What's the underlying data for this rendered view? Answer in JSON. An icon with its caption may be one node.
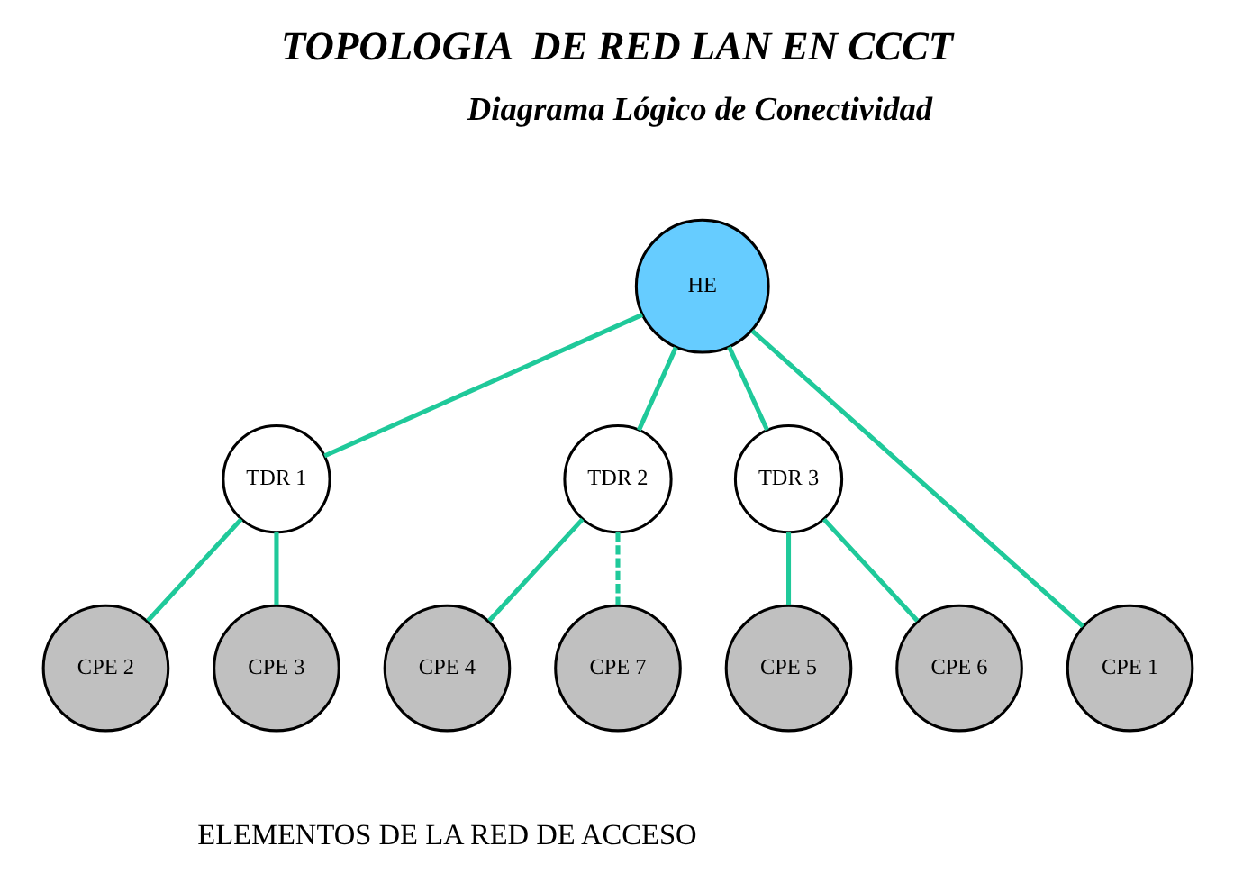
{
  "diagram": {
    "title": "TOPOLOGIA  DE RED LAN EN CCCT",
    "caption": "ELEMENTOS DE LA RED DE ACCESO",
    "nodes": [
      {
        "text": [
          "HE"
        ]
      },
      {
        "text": [
          "TDR 1"
        ]
      },
      {
        "text": [
          "TDR 2"
        ]
      },
      {
        "text": [
          "TDR 3"
        ]
      },
      {
        "text": [
          "CPE 1"
        ]
      },
      {
        "text": [
          "CPE 2"
        ]
      },
      {
        "text": [
          "CPE 3"
        ]
      },
      {
        "text": [
          "CPE 4"
        ]
      },
      {
        "text": [
          "CPE 7"
        ]
      },
      {
        "text": [
          "CPE 5"
        ]
      },
      {
        "text": [
          "CPE 6"
        ]
      }
    ],
    "edges": [
      {
        "from": 0,
        "to": 4,
        "arrow": "none"
      },
      {
        "from": 0,
        "to": 1,
        "arrow": "none"
      },
      {
        "from": 0,
        "to": 2,
        "arrow": "none"
      },
      {
        "from": 0,
        "to": 3,
        "arrow": "none"
      },
      {
        "from": 1,
        "to": 5,
        "arrow": "none"
      },
      {
        "from": 1,
        "to": 6,
        "arrow": "none"
      },
      {
        "from": 2,
        "to": 7,
        "arrow": "none"
      },
      {
        "from": 2,
        "to": 8,
        "arrow": "none",
        "style": "dashed"
      },
      {
        "from": 3,
        "to": 9,
        "arrow": "none"
      },
      {
        "from": 3,
        "to": 10,
        "arrow": "none"
      }
    ],
    "labels": [
      "Diagrama Lógico de Conectividad"
    ]
  }
}
